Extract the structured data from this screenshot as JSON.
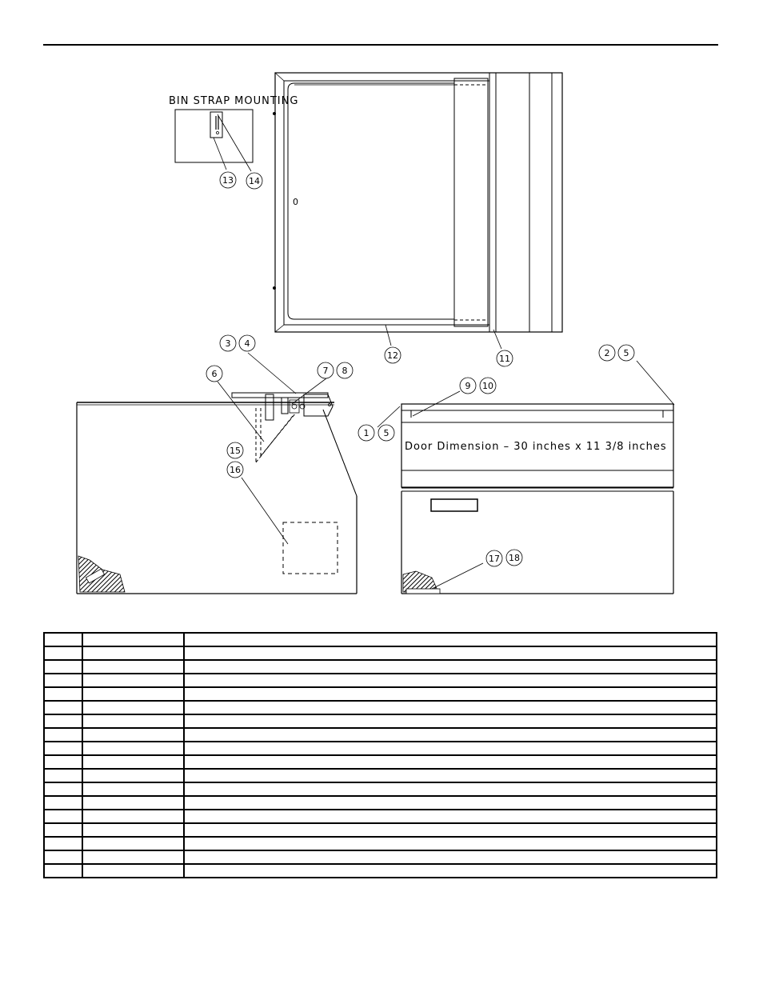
{
  "detail": {
    "title": "BIN STRAP MOUNTING"
  },
  "front_view": {
    "marker": "0"
  },
  "door_view": {
    "dimension_note": "Door Dimension – 30 inches x 11 3/8 inches"
  },
  "callouts": [
    "1",
    "2",
    "3",
    "4",
    "5",
    "5",
    "6",
    "7",
    "8",
    "9",
    "10",
    "11",
    "12",
    "13",
    "14",
    "15",
    "16",
    "17",
    "18"
  ],
  "parts_table": {
    "rows": [
      {
        "item": "",
        "part": "",
        "description": ""
      },
      {
        "item": "",
        "part": "",
        "description": ""
      },
      {
        "item": "",
        "part": "",
        "description": ""
      },
      {
        "item": "",
        "part": "",
        "description": ""
      },
      {
        "item": "",
        "part": "",
        "description": ""
      },
      {
        "item": "",
        "part": "",
        "description": ""
      },
      {
        "item": "",
        "part": "",
        "description": ""
      },
      {
        "item": "",
        "part": "",
        "description": ""
      },
      {
        "item": "",
        "part": "",
        "description": ""
      },
      {
        "item": "",
        "part": "",
        "description": ""
      },
      {
        "item": "",
        "part": "",
        "description": ""
      },
      {
        "item": "",
        "part": "",
        "description": ""
      },
      {
        "item": "",
        "part": "",
        "description": ""
      },
      {
        "item": "",
        "part": "",
        "description": ""
      },
      {
        "item": "",
        "part": "",
        "description": ""
      },
      {
        "item": "",
        "part": "",
        "description": ""
      },
      {
        "item": "",
        "part": "",
        "description": ""
      },
      {
        "item": "",
        "part": "",
        "description": ""
      }
    ]
  }
}
